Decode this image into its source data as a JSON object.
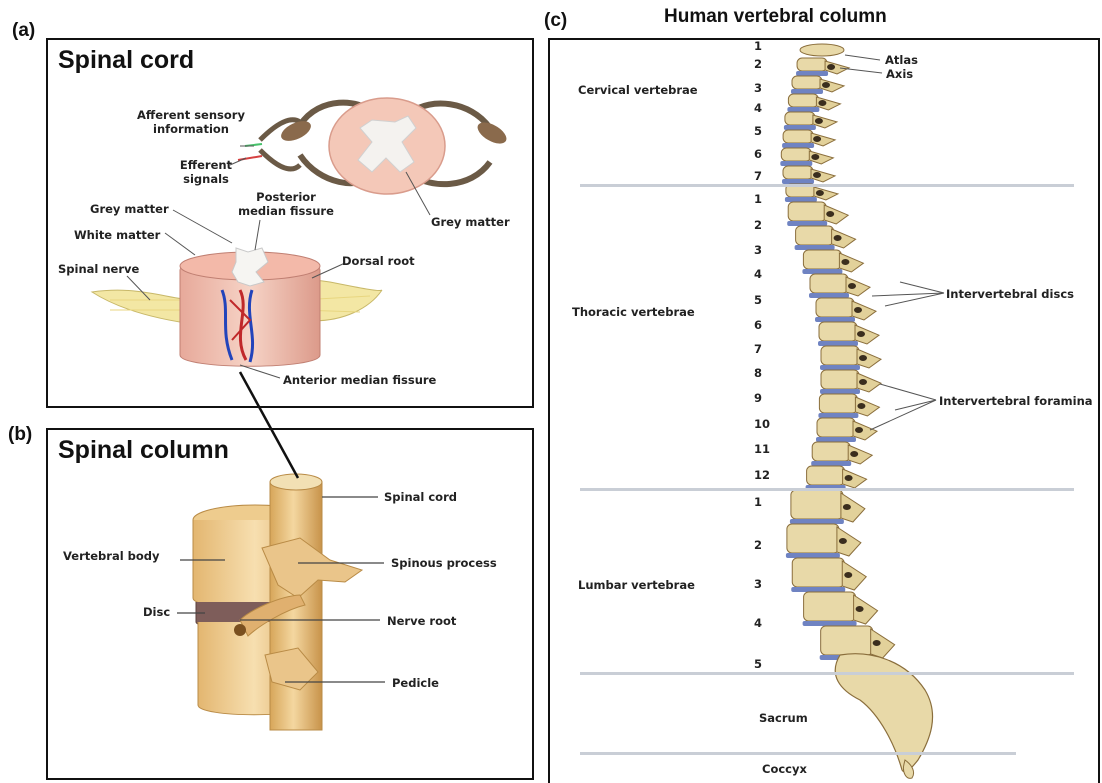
{
  "panels": {
    "a": {
      "letter": "(a)",
      "title": "Spinal cord",
      "labels": {
        "afferent": "Afferent sensory\ninformation",
        "efferent": "Efferent\nsignals",
        "grey_matter_top": "Grey matter",
        "posterior": "Posterior\nmedian fissure",
        "grey_matter": "Grey matter",
        "white_matter": "White matter",
        "spinal_nerve": "Spinal nerve",
        "dorsal_root": "Dorsal root",
        "anterior": "Anterior median fissure"
      }
    },
    "b": {
      "letter": "(b)",
      "title": "Spinal column",
      "labels": {
        "spinal_cord": "Spinal cord",
        "vertebral_body": "Vertebral body",
        "spinous_process": "Spinous process",
        "disc": "Disc",
        "nerve_root": "Nerve root",
        "pedicle": "Pedicle"
      }
    },
    "c": {
      "letter": "(c)",
      "title": "Human vertebral column",
      "regions": {
        "cervical": "Cervical vertebrae",
        "thoracic": "Thoracic vertebrae",
        "lumbar": "Lumbar vertebrae",
        "sacrum": "Sacrum",
        "coccyx": "Coccyx"
      },
      "labels": {
        "atlas": "Atlas",
        "axis": "Axis",
        "discs": "Intervertebral discs",
        "foramina": "Intervertebral foramina"
      },
      "cervical_numbers": [
        "1",
        "2",
        "3",
        "4",
        "5",
        "6",
        "7"
      ],
      "thoracic_numbers": [
        "1",
        "2",
        "3",
        "4",
        "5",
        "6",
        "7",
        "8",
        "9",
        "10",
        "11",
        "12"
      ],
      "lumbar_numbers": [
        "1",
        "2",
        "3",
        "4",
        "5"
      ]
    }
  },
  "colors": {
    "bone": "#e8d9a8",
    "bone_dark": "#8a6e3c",
    "disc": "#6f83c2",
    "cord_pink": "#f2c8b8",
    "vein": "#2244bb",
    "artery": "#c0282a"
  }
}
